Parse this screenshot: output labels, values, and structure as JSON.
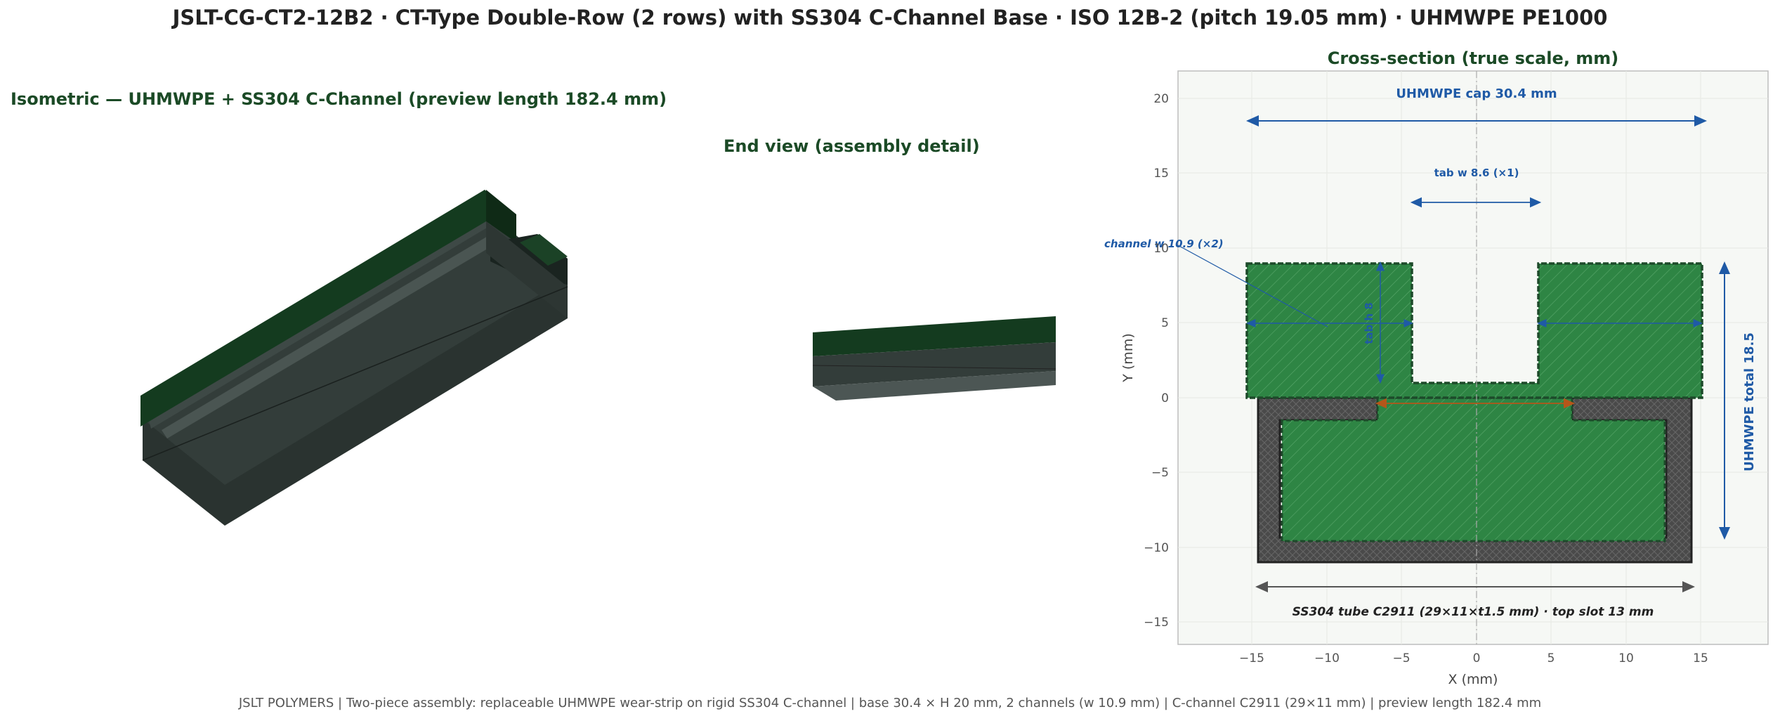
{
  "title": "JSLT-CG-CT2-12B2   ·   CT-Type Double-Row (2 rows) with SS304 C-Channel Base   ·   ISO 12B-2 (pitch 19.05 mm)   ·   UHMWPE PE1000",
  "isometric": {
    "title": "Isometric — UHMWPE + SS304 C-Channel  (preview length 182.4 mm)"
  },
  "end_view": {
    "title": "End view (assembly detail)"
  },
  "cross_section": {
    "title": "Cross-section (true scale, mm)",
    "xlabel": "X  (mm)",
    "ylabel": "Y  (mm)",
    "xticks": [
      "−15",
      "−10",
      "−5",
      "0",
      "5",
      "10",
      "15"
    ],
    "yticks": [
      "20",
      "15",
      "10",
      "5",
      "0",
      "−5",
      "−10",
      "−15"
    ],
    "annotations": {
      "cap": "UHMWPE cap 30.4 mm",
      "tab": "tab w 8.6 (×1)",
      "channel": "channel w 10.9 (×2)",
      "tab_h": "tab h 8",
      "total": "UHMWPE total 18.5",
      "tube": "SS304 tube C2911  (29×11×t1.5 mm)  ·  top slot 13 mm"
    },
    "colors": {
      "uhmwpe": "#2e8544",
      "steel": "#4a4a4a",
      "dim": "#1f5aa6",
      "slot": "#b5561a"
    }
  },
  "footer": "JSLT POLYMERS  |  Two-piece assembly: replaceable UHMWPE wear-strip on rigid SS304 C-channel  |  base 30.4 × H 20 mm, 2 channels (w 10.9 mm)  |  C-channel C2911 (29×11 mm)  |  preview length 182.4 mm"
}
